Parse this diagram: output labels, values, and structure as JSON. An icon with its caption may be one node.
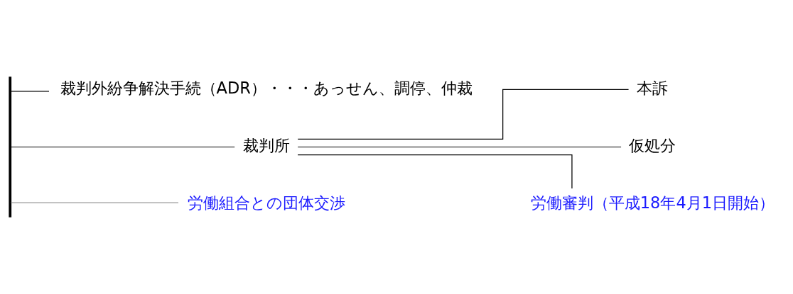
{
  "diagram": {
    "nodes": [
      {
        "text": [],
        "shape": "bar"
      },
      {
        "text": [
          "裁判外紛争解決手続（ADR）・・・あっせん、調停、仲裁"
        ]
      },
      {
        "text": [
          "裁判所"
        ]
      },
      {
        "text": [
          "労働組合との団体交渉"
        ]
      },
      {
        "text": [
          "本訴"
        ]
      },
      {
        "text": [
          "仮処分"
        ]
      },
      {
        "text": [
          "労働審判（平成18年4月1日開始）"
        ]
      }
    ],
    "edges": [
      {
        "from": 0,
        "to": 1,
        "arrow": "none"
      },
      {
        "from": 0,
        "to": 2,
        "arrow": "none"
      },
      {
        "from": 0,
        "to": 3,
        "arrow": "none",
        "color": "#999999"
      },
      {
        "from": 2,
        "to": 4,
        "arrow": "none"
      },
      {
        "from": 2,
        "to": 5,
        "arrow": "none"
      },
      {
        "from": 2,
        "to": 6,
        "arrow": "none"
      }
    ]
  }
}
